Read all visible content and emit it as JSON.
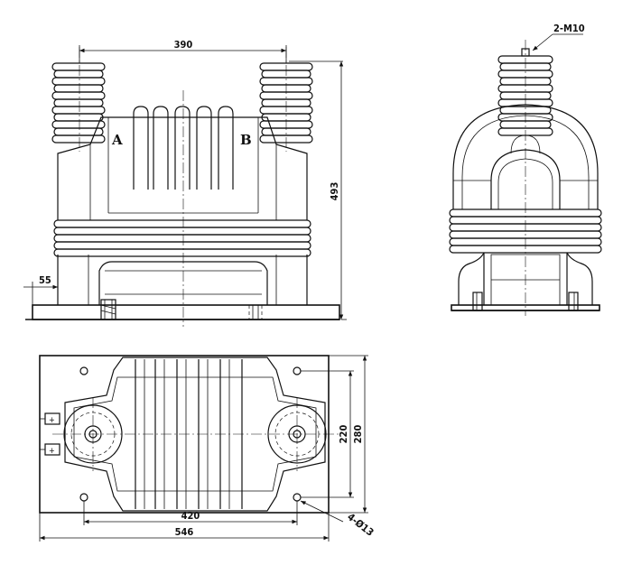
{
  "drawing": {
    "front_view": {
      "dim_terminal_spacing": "390",
      "dim_height": "493",
      "dim_base_offset": "55",
      "terminal_a": "A",
      "terminal_b": "B"
    },
    "side_view": {
      "label_terminal_thread": "2-M10"
    },
    "top_view": {
      "dim_hole_width": "220",
      "dim_base_width": "280",
      "dim_hole_length": "420",
      "dim_base_length": "546",
      "label_mount_holes": "4-Ø13"
    }
  }
}
